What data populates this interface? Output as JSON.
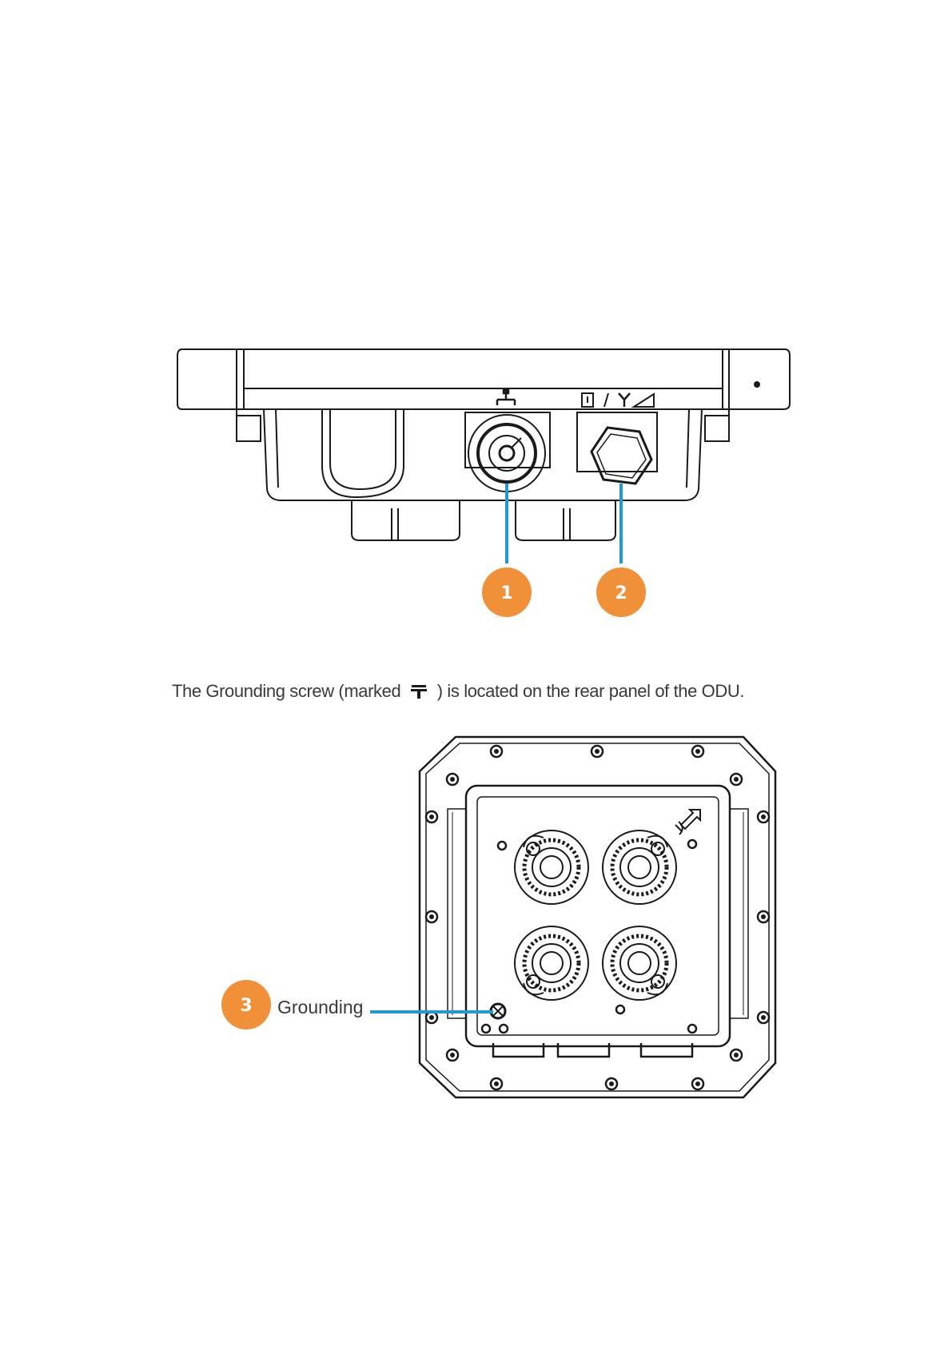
{
  "caption": {
    "before": "The Grounding screw (marked",
    "after": ") is located on the rear panel of the ODU."
  },
  "callouts": [
    {
      "number": "1"
    },
    {
      "number": "2"
    },
    {
      "number": "3",
      "label": "Grounding"
    }
  ],
  "colors": {
    "badge": "#f0913a",
    "leader": "#1e9bd7",
    "line": "#1a1a1a"
  },
  "icons": [
    "lan-port-icon",
    "sd-card-icon",
    "antenna-icon",
    "signal-icon",
    "ground-icon",
    "up-arrow-icon"
  ]
}
